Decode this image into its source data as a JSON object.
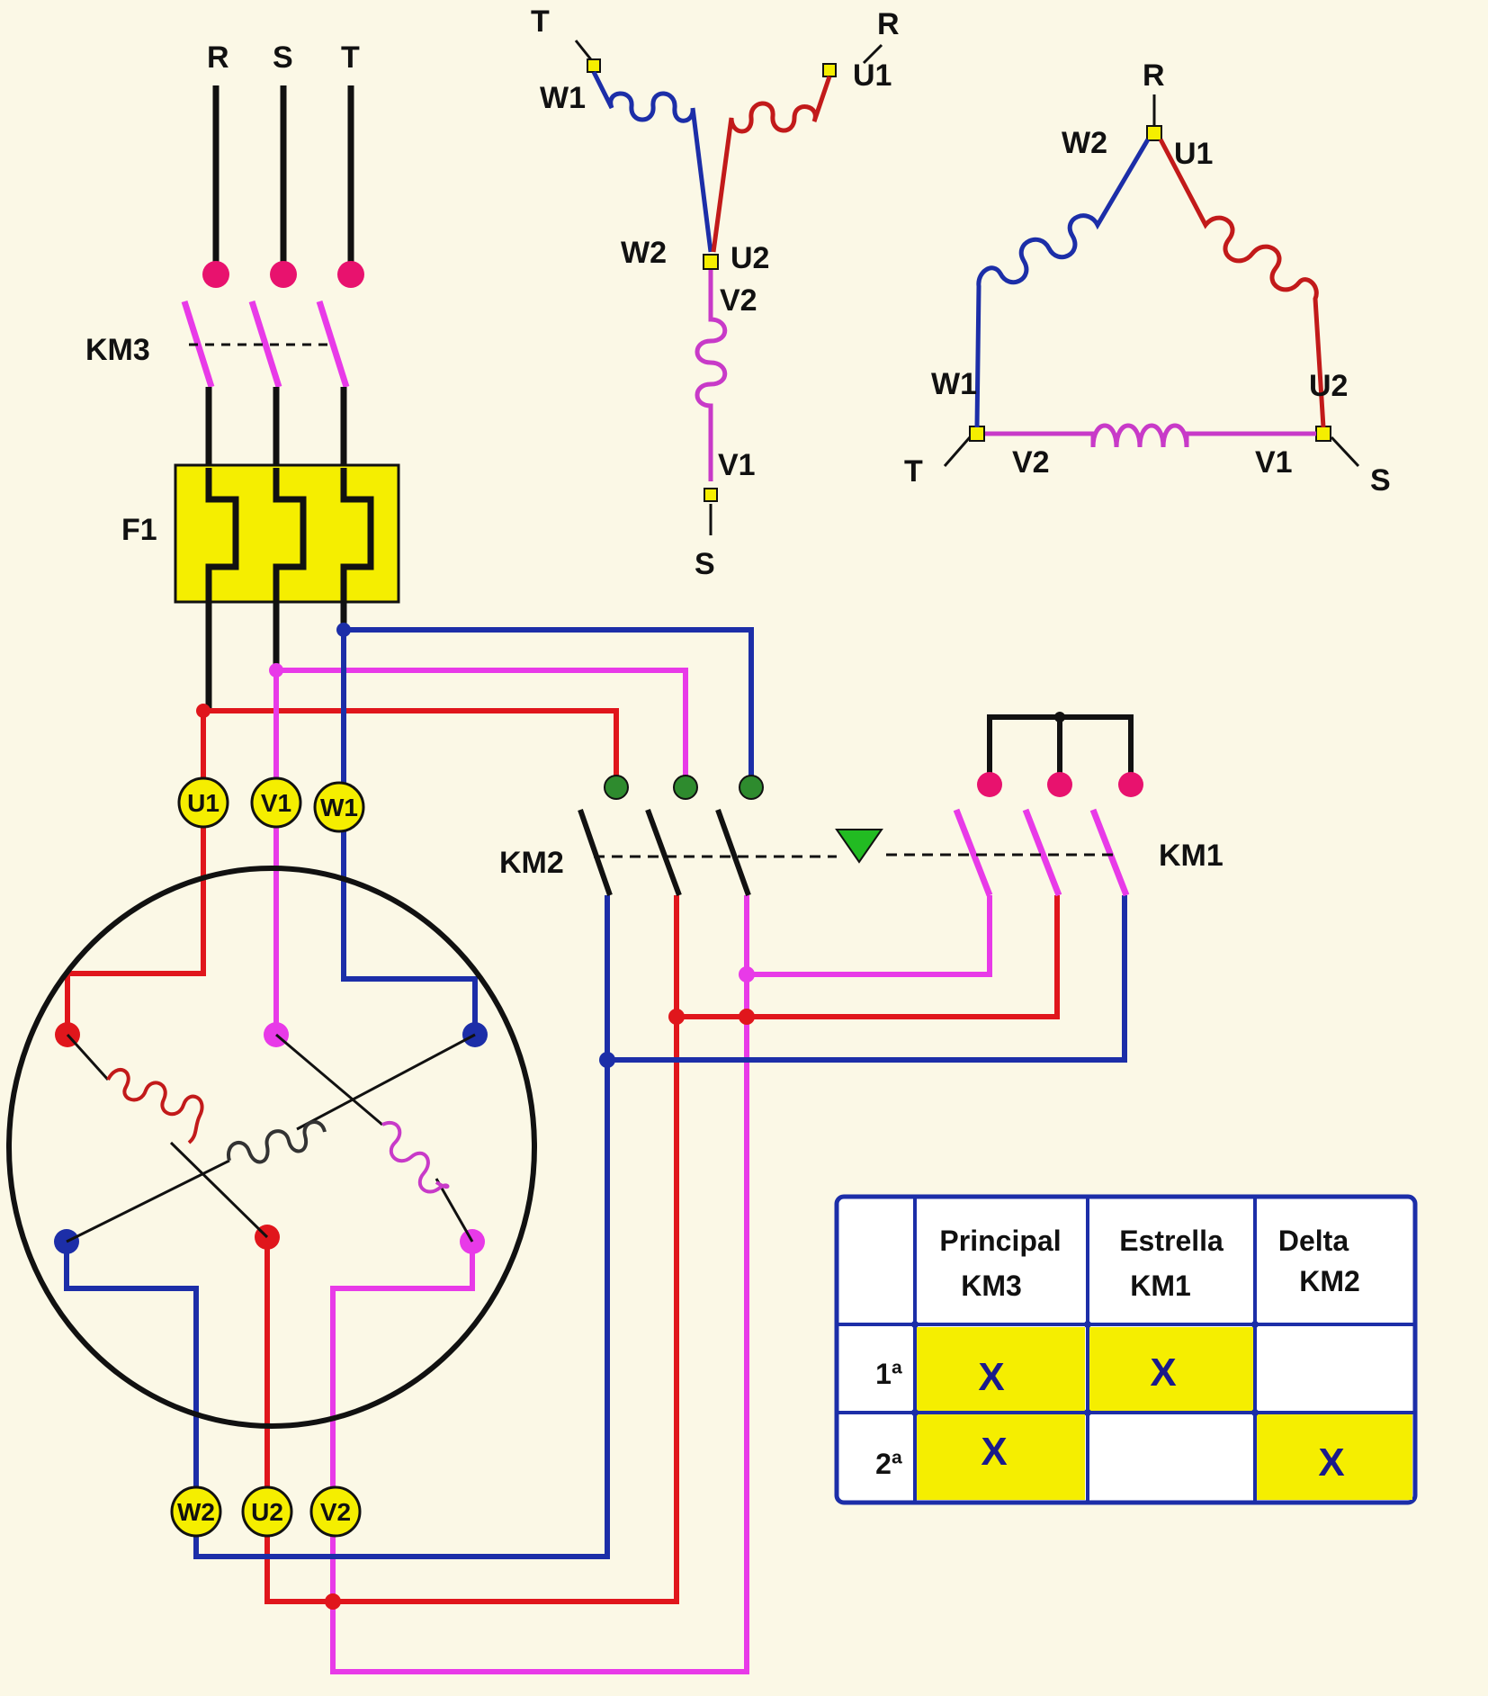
{
  "colors": {
    "background": "#fbf8e6",
    "phase_u": "#e0161c",
    "phase_v": "#e83ae8",
    "phase_w": "#1c2ea8",
    "supply_wire": "#111111",
    "terminal_fill": "#f5ee00",
    "km2_terminal": "#2e8b2e",
    "mech_link_triangle": "#22bb22",
    "table_highlight": "#f5ee00"
  },
  "supply": {
    "r": "R",
    "s": "S",
    "t": "T"
  },
  "devices": {
    "km3": "KM3",
    "f1": "F1",
    "km2": "KM2",
    "km1": "KM1"
  },
  "motor_terminals": {
    "u1": "U1",
    "v1": "V1",
    "w1": "W1",
    "w2": "W2",
    "u2": "U2",
    "v2": "V2"
  },
  "star_diagram": {
    "t": "T",
    "r": "R",
    "s": "S",
    "w1": "W1",
    "u1": "U1",
    "w2": "W2",
    "u2": "U2",
    "v2": "V2",
    "v1": "V1"
  },
  "delta_diagram": {
    "r": "R",
    "t": "T",
    "s": "S",
    "w2": "W2",
    "u1": "U1",
    "w1": "W1",
    "u2": "U2",
    "v2": "V2",
    "v1": "V1"
  },
  "sequence_table": {
    "headers": [
      {
        "line1": "Principal",
        "line2": "KM3"
      },
      {
        "line1": "Estrella",
        "line2": "KM1"
      },
      {
        "line1": "Delta",
        "line2": "KM2"
      }
    ],
    "rows": [
      {
        "step": "1ª",
        "cells": [
          "X",
          "X",
          ""
        ]
      },
      {
        "step": "2ª",
        "cells": [
          "X",
          "",
          "X"
        ]
      }
    ]
  }
}
